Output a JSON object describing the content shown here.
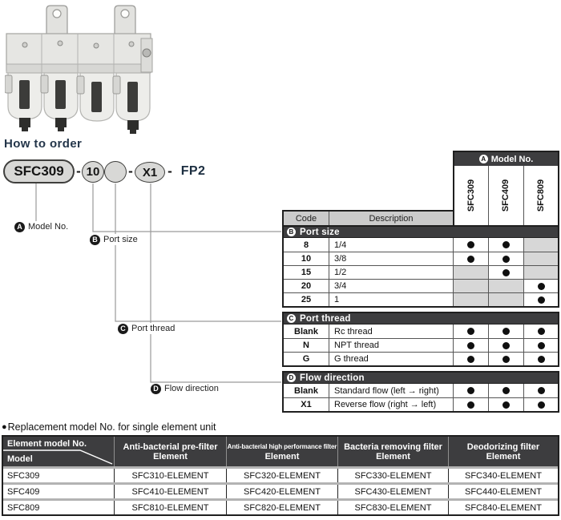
{
  "how_to_order": {
    "heading": "How to order",
    "order_code": [
      {
        "shape": "pill",
        "text": "SFC309"
      },
      {
        "shape": "dash",
        "text": "-"
      },
      {
        "shape": "circle",
        "text": "10"
      },
      {
        "shape": "circle",
        "text": ""
      },
      {
        "shape": "dash",
        "text": "-"
      },
      {
        "shape": "ellipse",
        "text": "X1"
      },
      {
        "shape": "dash",
        "text": "-"
      },
      {
        "shape": "plain",
        "text": "FP2"
      }
    ],
    "callouts": [
      {
        "letter": "A",
        "label": "Model No."
      },
      {
        "letter": "B",
        "label": "Port size"
      },
      {
        "letter": "C",
        "label": "Port thread"
      },
      {
        "letter": "D",
        "label": "Flow direction"
      }
    ]
  },
  "matrix": {
    "model_header": {
      "letter": "A",
      "title": "Model No."
    },
    "models": [
      "SFC309",
      "SFC409",
      "SFC809"
    ],
    "code_header": "Code",
    "description_header": "Description",
    "sections": [
      {
        "letter": "B",
        "title": "Port size",
        "rows": [
          {
            "code": "8",
            "desc": "1/4",
            "avail": [
              1,
              1,
              0
            ]
          },
          {
            "code": "10",
            "desc": "3/8",
            "avail": [
              1,
              1,
              0
            ]
          },
          {
            "code": "15",
            "desc": "1/2",
            "avail": [
              0,
              1,
              0
            ]
          },
          {
            "code": "20",
            "desc": "3/4",
            "avail": [
              0,
              0,
              1
            ]
          },
          {
            "code": "25",
            "desc": "1",
            "avail": [
              0,
              0,
              1
            ]
          }
        ]
      },
      {
        "letter": "C",
        "title": "Port thread",
        "rows": [
          {
            "code": "Blank",
            "desc": "Rc thread",
            "avail": [
              1,
              1,
              1
            ]
          },
          {
            "code": "N",
            "desc": "NPT thread",
            "avail": [
              1,
              1,
              1
            ]
          },
          {
            "code": "G",
            "desc": "G thread",
            "avail": [
              1,
              1,
              1
            ]
          }
        ]
      },
      {
        "letter": "D",
        "title": "Flow direction",
        "rows": [
          {
            "code": "Blank",
            "desc": "Standard flow (left → right)",
            "avail": [
              1,
              1,
              1
            ]
          },
          {
            "code": "X1",
            "desc": "Reverse flow (right → left)",
            "avail": [
              1,
              1,
              1
            ]
          }
        ]
      }
    ]
  },
  "replacement": {
    "title_bullet": "●",
    "title": "Replacement model No. for single element unit",
    "corner_top": "Element model No.",
    "corner_bottom": "Model",
    "columns": [
      {
        "line1": "Anti-bacterial pre-filter",
        "line2": "Element",
        "condensed": false
      },
      {
        "line1": "Anti-bacterial high performance filter",
        "line2": "Element",
        "condensed": true
      },
      {
        "line1": "Bacteria removing filter",
        "line2": "Element",
        "condensed": false
      },
      {
        "line1": "Deodorizing filter",
        "line2": "Element",
        "condensed": false
      }
    ],
    "rows": [
      {
        "model": "SFC309",
        "values": [
          "SFC310-ELEMENT",
          "SFC320-ELEMENT",
          "SFC330-ELEMENT",
          "SFC340-ELEMENT"
        ]
      },
      {
        "model": "SFC409",
        "values": [
          "SFC410-ELEMENT",
          "SFC420-ELEMENT",
          "SFC430-ELEMENT",
          "SFC440-ELEMENT"
        ]
      },
      {
        "model": "SFC809",
        "values": [
          "SFC810-ELEMENT",
          "SFC820-ELEMENT",
          "SFC830-ELEMENT",
          "SFC840-ELEMENT"
        ]
      }
    ]
  },
  "colors": {
    "section_bar": "#3d3d3f",
    "header_gray": "#cbcbcb",
    "na_gray": "#d7d7d7",
    "heading_navy": "#24364a",
    "bubble_fill": "#d8d8d6"
  }
}
